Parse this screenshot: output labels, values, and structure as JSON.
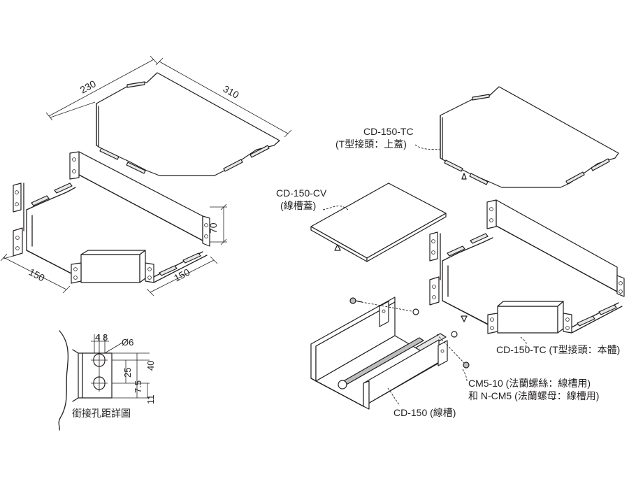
{
  "dimensions": {
    "cover_width": "230",
    "cover_length": "310",
    "height": "70",
    "arm_left": "150",
    "arm_right": "150"
  },
  "hole_detail": {
    "caption": "銜接孔距詳圖",
    "dim_4": "4",
    "dim_8": "8",
    "dim_dia": "Ø6",
    "dim_25": "25",
    "dim_40": "40",
    "dim_7_5": "7.5",
    "dim_11": "11"
  },
  "parts": {
    "tc_cover_code": "CD-150-TC",
    "tc_cover_desc": "(T型接頭：上蓋)",
    "cv_code": "CD-150-CV",
    "cv_desc": "(線槽蓋)",
    "tc_body": "CD-150-TC (T型接頭：本體)",
    "screw": "CM5-10 (法蘭螺絲：線槽用)",
    "nut": "和 N-CM5 (法蘭螺母：線槽用)",
    "duct": "CD-150 (線槽)"
  }
}
